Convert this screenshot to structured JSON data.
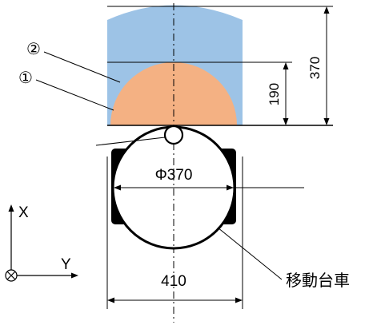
{
  "colors": {
    "zone_outer": "#9dc3e6",
    "zone_inner": "#f4b183",
    "line": "#000000"
  },
  "labels": {
    "zone_outer_marker": "②",
    "zone_inner_marker": "①",
    "dim_total_height": "370",
    "dim_inner_height": "190",
    "dim_circle": "Φ370",
    "dim_cart_width": "410",
    "cart_label": "移動台車"
  },
  "axes": {
    "x_label": "X",
    "y_label": "Y"
  }
}
